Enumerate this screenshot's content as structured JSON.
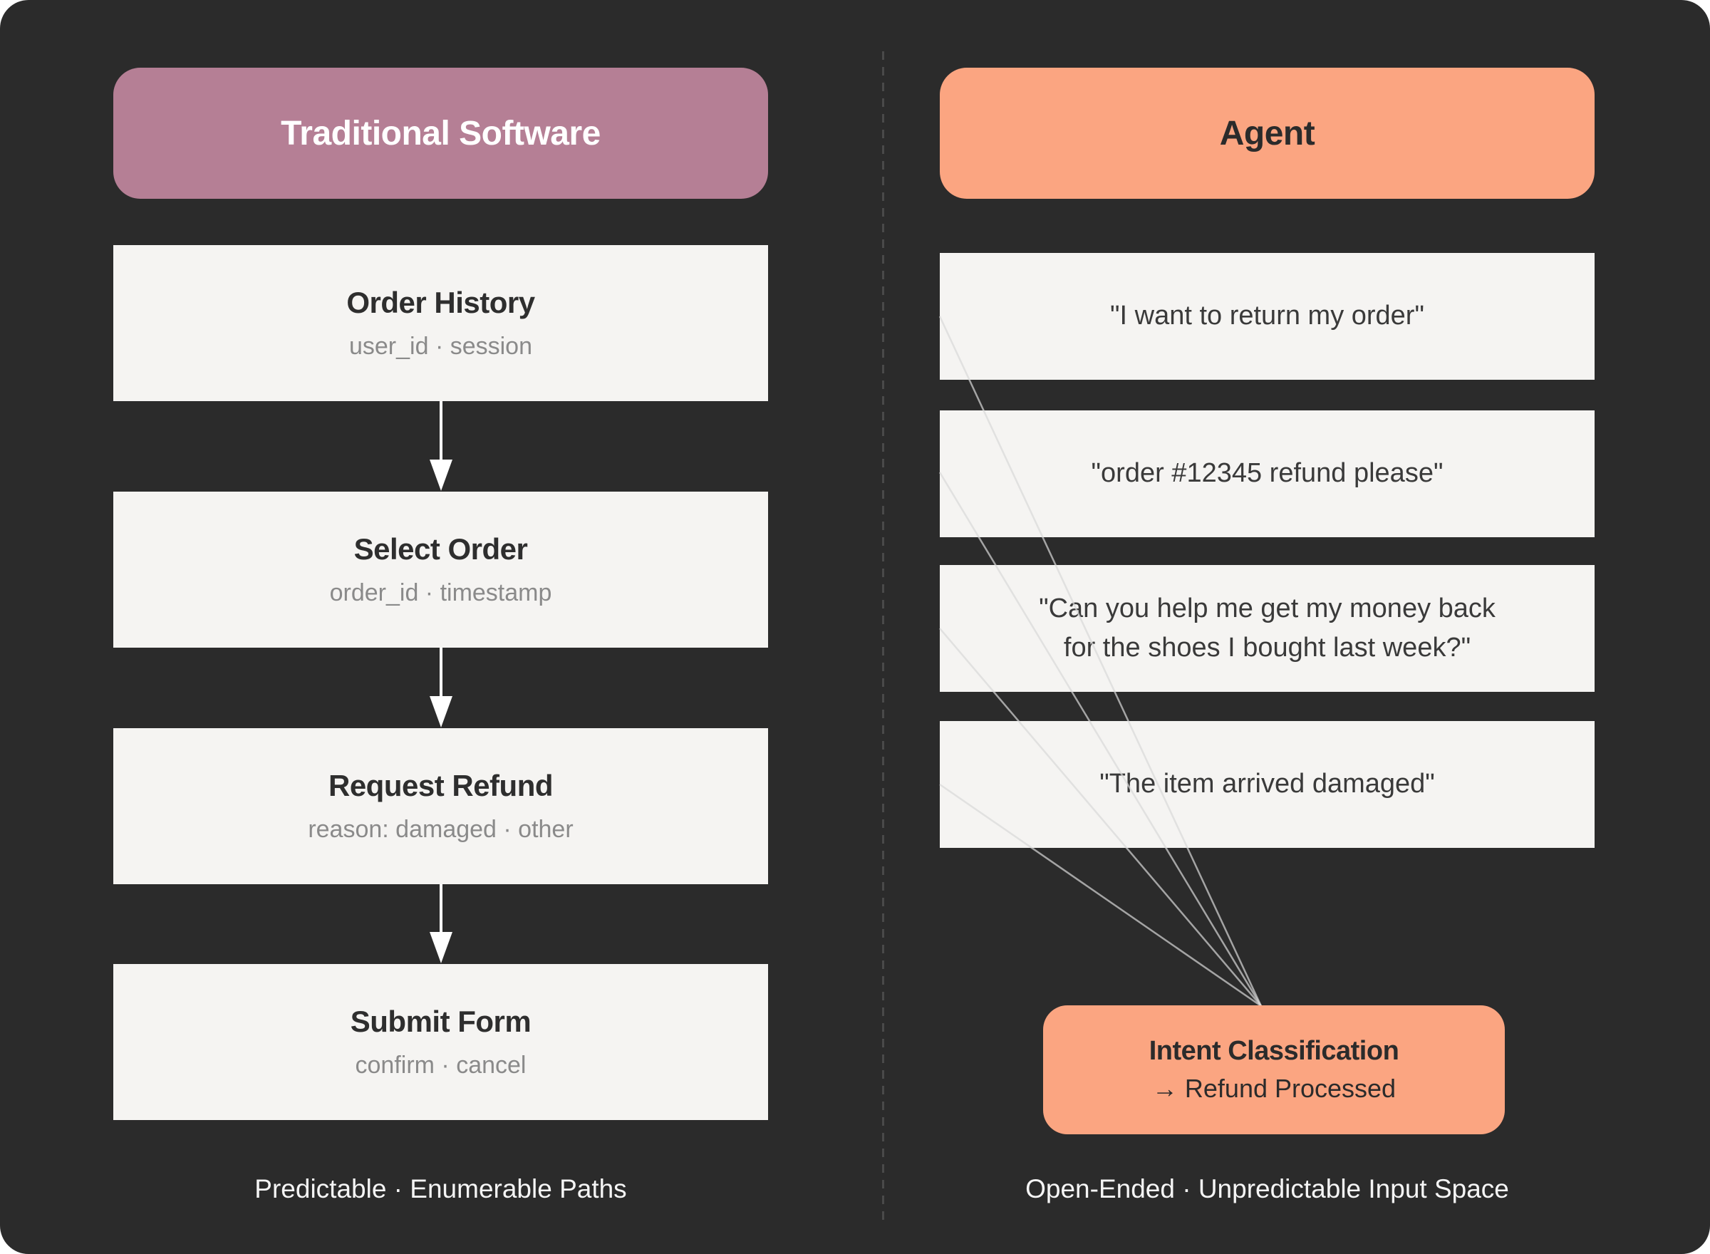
{
  "colors": {
    "page-bg": "#ffffff",
    "panel-bg": "#2b2b2b",
    "mauve": "#b57f95",
    "orange": "#fba581",
    "card-bg": "#f5f4f2",
    "title-text": "#2e2e2e",
    "subtitle-text": "#8a8a8a",
    "quote-text": "#3a3a3a",
    "caption-text": "#f5f5f5",
    "divider": "#4a4a4a",
    "connector": "#d9d9d9",
    "arrow": "#ffffff"
  },
  "left": {
    "header": "Traditional Software",
    "steps": [
      {
        "title": "Order History",
        "subtitle": "user_id · session"
      },
      {
        "title": "Select Order",
        "subtitle": "order_id · timestamp"
      },
      {
        "title": "Request Refund",
        "subtitle": "reason: damaged · other"
      },
      {
        "title": "Submit Form",
        "subtitle": "confirm · cancel"
      }
    ],
    "caption": "Predictable · Enumerable Paths"
  },
  "right": {
    "header": "Agent",
    "quotes": [
      "\"I want to return my order\"",
      "\"order #12345 refund please\"",
      "\"Can you help me get my money back\nfor the shoes I bought last week?\"",
      "\"The item arrived damaged\""
    ],
    "intent_title": "Intent Classification",
    "intent_subtitle": "→ Refund Processed",
    "caption": "Open-Ended · Unpredictable Input Space"
  }
}
